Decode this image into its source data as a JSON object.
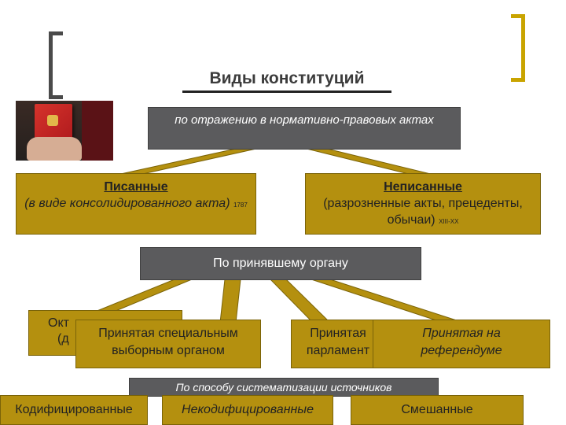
{
  "title": "Виды конституций",
  "by_reflection": "по отражению в нормативно-правовых актах",
  "written": {
    "heading": "Писанные",
    "desc": "(в виде консолидированного акта)",
    "note": "1787"
  },
  "unwritten": {
    "heading": "Неписанные",
    "desc": "(разрозненные акты, прецеденты, обычаи)",
    "note": "XIII-XX"
  },
  "by_organ": "По принявшему органу",
  "octroyed": {
    "line1": "Окт",
    "line2": "(д"
  },
  "special_body": {
    "line1": "Принятая специальным",
    "line2": "выборным органом"
  },
  "parliament": {
    "line1": "Принятая",
    "line2": "парламент"
  },
  "referendum": {
    "line1": "Принятая на",
    "line2": "референдуме"
  },
  "by_systematization": "По способу систематизации источников",
  "codified": "Кодифицированные",
  "noncodified": "Некодифицированные",
  "mixed": "Смешанные",
  "colors": {
    "gray_box": "#5b5b5d",
    "gold_box": "#b4900f",
    "bracket_left": "#4a4a4a",
    "bracket_right": "#c9a400"
  },
  "icons": {
    "photo": "constitution-book-photo"
  }
}
